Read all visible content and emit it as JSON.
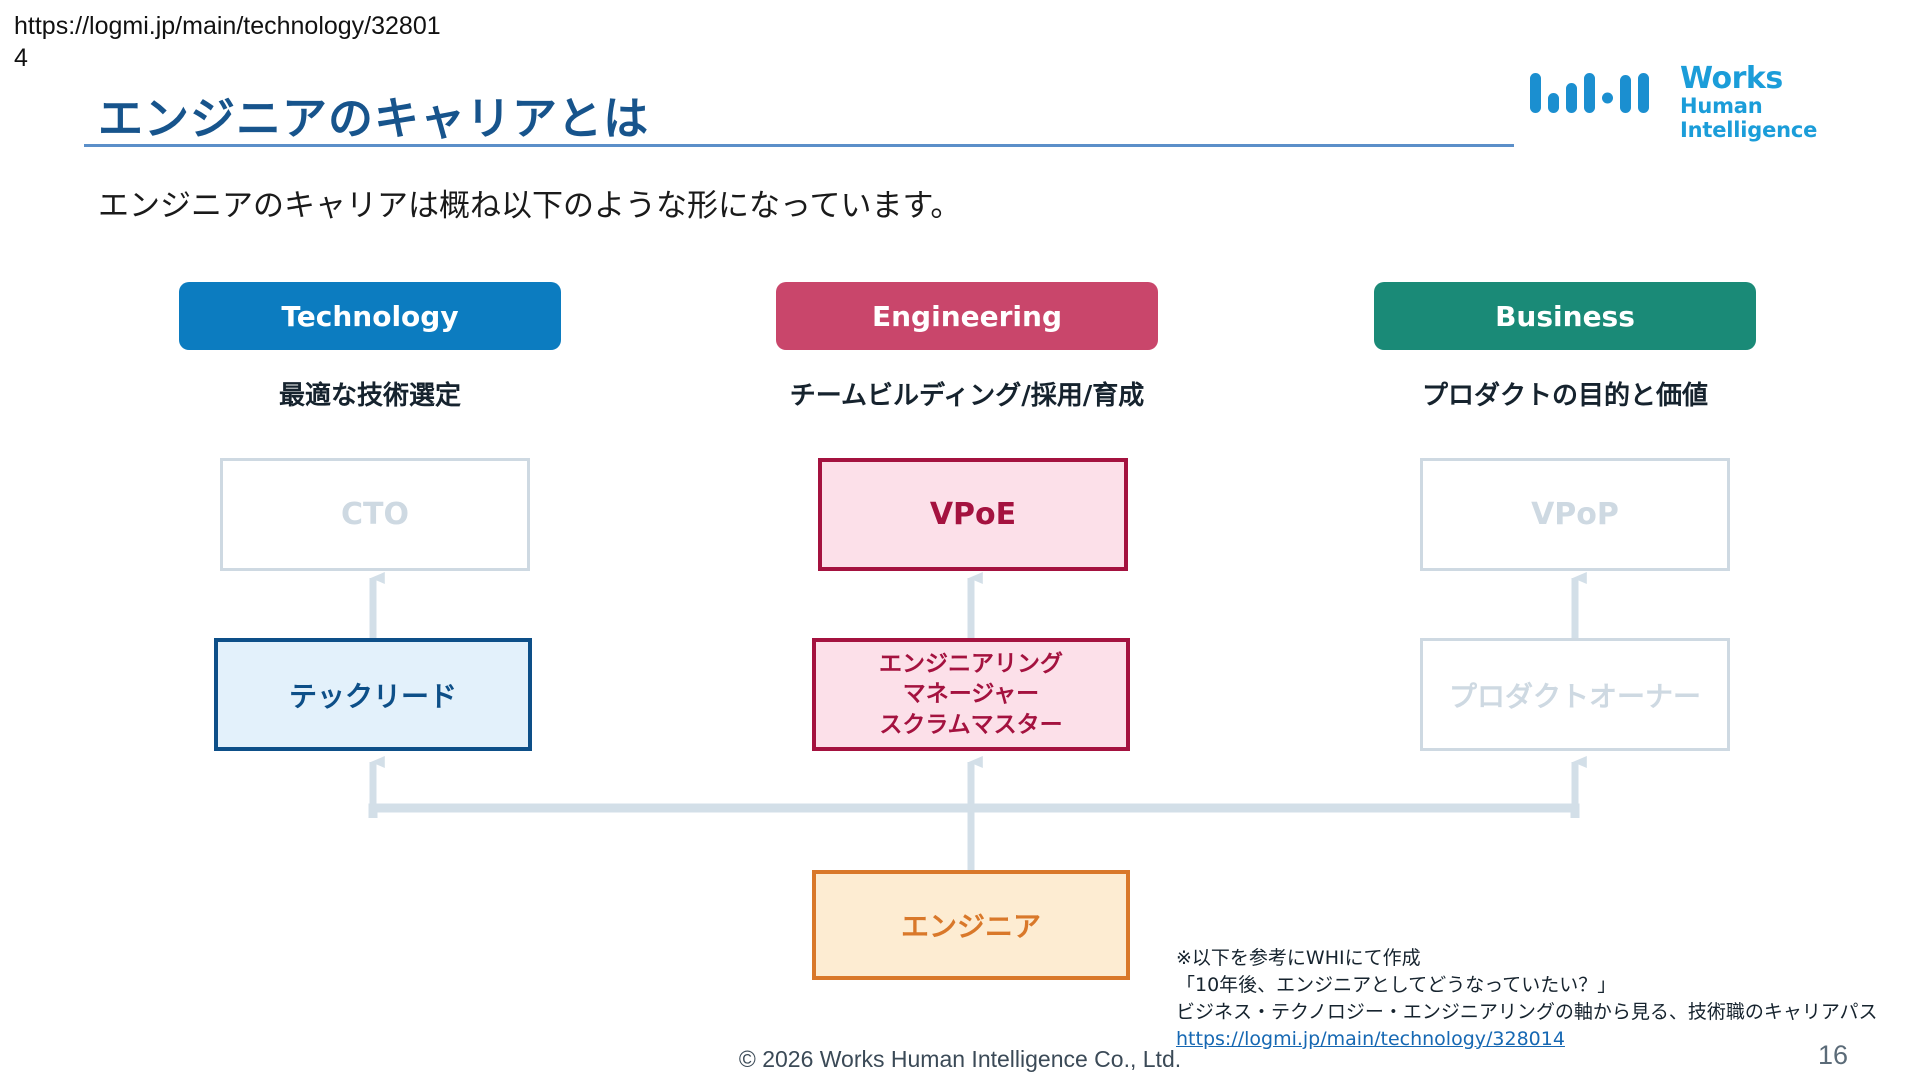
{
  "annotation": {
    "url_note": "https://logmi.jp/main/technology/328014"
  },
  "header": {
    "title": "エンジニアのキャリアとは",
    "logo": {
      "line1": "Works",
      "line2": "Human Intelligence",
      "color": "#1b9dd9",
      "bars": [
        {
          "height": 40,
          "width": 9,
          "shape": "bar"
        },
        {
          "height": 22,
          "width": 9,
          "shape": "bar"
        },
        {
          "height": 30,
          "width": 9,
          "shape": "bar"
        },
        {
          "height": 40,
          "width": 9,
          "shape": "bar"
        },
        {
          "height": 11,
          "width": 9,
          "shape": "dot"
        },
        {
          "height": 38,
          "width": 9,
          "shape": "bar"
        },
        {
          "height": 40,
          "width": 9,
          "shape": "bar"
        }
      ]
    }
  },
  "lead": "エンジニアのキャリアは概ね以下のような形になっています。",
  "pillars": [
    {
      "id": "technology",
      "label": "Technology",
      "sub": "最適な技術選定",
      "color": "#0c7cc0"
    },
    {
      "id": "engineering",
      "label": "Engineering",
      "sub": "チームビルディング/採用/育成",
      "color": "#c9466b"
    },
    {
      "id": "business",
      "label": "Business",
      "sub": "プロダクトの目的と価値",
      "color": "#1a8a77"
    }
  ],
  "nodes": {
    "cto": {
      "label": "CTO",
      "state": "faded"
    },
    "vpoe": {
      "label": "VPoE",
      "state": "highlight-pink"
    },
    "vpop": {
      "label": "VPoP",
      "state": "faded"
    },
    "tech_lead": {
      "label": "テックリード",
      "state": "highlight-blue"
    },
    "eng_manager": {
      "line1": "エンジニアリング",
      "line2": "マネージャー",
      "line3": "スクラムマスター",
      "state": "highlight-pink"
    },
    "product_owner": {
      "label": "プロダクトオーナー",
      "state": "faded"
    },
    "engineer": {
      "label": "エンジニア",
      "state": "highlight-orange"
    }
  },
  "footnote": {
    "line1": "※以下を参考にWHIにて作成",
    "line2": "「10年後、エンジニアとしてどうなっていたい？」",
    "line3": "ビジネス・テクノロジー・エンジニアリングの軸から見る、技術職のキャリアパス",
    "link": "https://logmi.jp/main/technology/328014"
  },
  "footer": {
    "copyright": "© 2026 Works Human Intelligence Co., Ltd.",
    "page_number": "16"
  },
  "colors": {
    "title": "#17548c",
    "rule": "#5b8fc9",
    "faded": "#ced9e2",
    "connector": "#d3dfe8",
    "blue_border": "#0d4f88",
    "blue_fill": "#e3f1fb",
    "pink_border": "#a4123f",
    "pink_fill": "#fce0e9",
    "orange_border": "#d9782a",
    "orange_fill": "#fdecd2",
    "link": "#1668b3"
  }
}
